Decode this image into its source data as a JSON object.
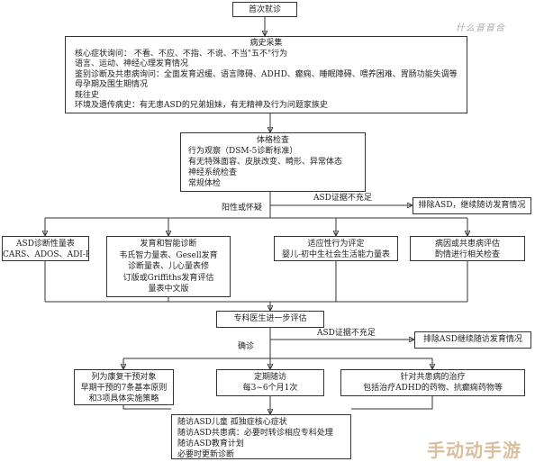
{
  "nodes": {
    "first_visit": "首次就诊",
    "history": {
      "title": "病史采集",
      "lines": [
        "核心症状询问：  不看、不应、不指、不说、不当\"五不\"行为",
        "语言、运动、神经心理发育情况",
        "鉴别诊断及共患病询问：全面发育迟缓、语言障碍、ADHD、癫痫、睡眠障碍、喂养困难、胃肠功能失调等",
        "母孕期及围生期情况",
        "既往史",
        "环境及遗传病史：有无患ASD的兄弟姐妹，有无精神及行为问题家族史"
      ]
    },
    "physical": {
      "title": "体格检查",
      "lines": [
        "行为观察（DSM-5诊断标准）",
        "有无特殊面容、皮肤改变、畸形、异常体态",
        "神经系统检查",
        "常规体检"
      ]
    },
    "exclude_1": "排除ASD，继续随访发育情况",
    "asd_scale": {
      "title": "ASD诊断性量表",
      "lines": [
        "CARS、ADOS、ADI-R"
      ]
    },
    "dev": {
      "title": "发育和智能诊断",
      "lines": [
        "韦氏智力量表、Gesell发育",
        "诊断量表、儿心量表修",
        "订版或Griffiths发育评估",
        "量表中文版"
      ]
    },
    "adaptive": {
      "title": "适应性行为评定",
      "lines": [
        "婴儿-初中生社会生活能力量表"
      ]
    },
    "etiology": {
      "title": "病因或共患病评估",
      "lines": [
        "酌情进行相关检查"
      ]
    },
    "specialist": "专科医生进一步评估",
    "exclude_2": "排除ASD继续随访发育情况",
    "rehab": {
      "title": "列为康复干预对象",
      "lines": [
        "早期干预的7条基本原则",
        "和3项具体实施策略"
      ]
    },
    "followup": {
      "title": "定期随访",
      "lines": [
        "每3~6个月1次"
      ]
    },
    "comorbid": {
      "title": "针对共患病的治疗",
      "lines": [
        "包括治疗ADHD的药物、抗癫痫药物等"
      ]
    },
    "followup_detail": {
      "lines": [
        "随访ASD儿童 孤独症核心症状",
        "随访ASD共患病：必要时转诊相应专科处理",
        "随访ASD教育计划",
        "必要时更新诊断"
      ]
    }
  },
  "edge_labels": {
    "positive": "阳性或怀疑",
    "insufficient_1": "ASD证据不充足",
    "insufficient_2": "ASD证据不充足",
    "confirmed": "确诊"
  },
  "watermarks": {
    "seal_logo": "什么音音合",
    "corner": "手动动手游"
  }
}
